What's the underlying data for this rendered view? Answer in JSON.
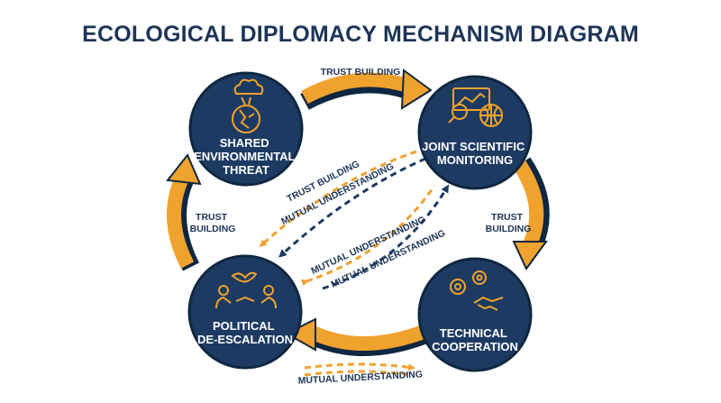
{
  "title": "ECOLOGICAL DIPLOMACY MECHANISM DIAGRAM",
  "colors": {
    "navy": "#1d3b62",
    "navy_dark": "#0f2740",
    "orange": "#f0a22e",
    "text": "#1d3557"
  },
  "nodes": [
    {
      "id": "shared",
      "lines": [
        "SHARED",
        "ENVIRONMENTAL",
        "THREAT"
      ],
      "icon": "erupting-earth-icon"
    },
    {
      "id": "joint",
      "lines": [
        "JOINT SCIENTIFIC",
        "MONITORING"
      ],
      "icon": "globe-magnifier-chart-icon"
    },
    {
      "id": "technical",
      "lines": [
        "TECHNICAL",
        "COOPERATION"
      ],
      "icon": "gears-handshake-icon"
    },
    {
      "id": "political",
      "lines": [
        "POLITICAL",
        "DE-ESCALATION"
      ],
      "icon": "dove-handshake-icon"
    }
  ],
  "labels": {
    "top": "TRUST BUILDING",
    "left": [
      "TRUST",
      "BUILDING"
    ],
    "right": [
      "TRUST",
      "BUILDING"
    ],
    "bottom": "MUTUAL UNDERSTANDING",
    "diag1_upper": "TRUST BUILDING",
    "diag1_lower": "MUTUAL UNDERSTANDING",
    "diag2_upper": "MUTUAL UNDERSTANDING",
    "diag2_lower": "MUTUAL UNDERSTANDING"
  }
}
